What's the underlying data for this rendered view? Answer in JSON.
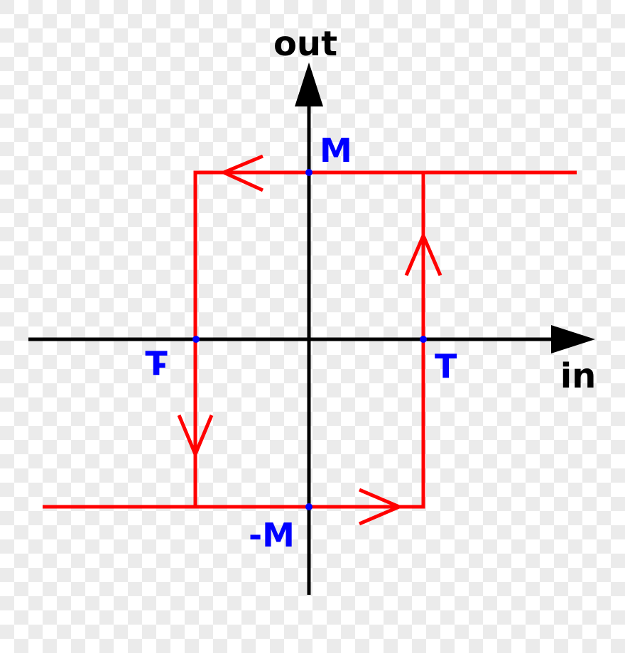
{
  "labels": {
    "y_axis": "out",
    "x_axis": "in",
    "top_level": "M",
    "bottom_level": "-M",
    "upper_threshold": "T",
    "lower_threshold": "-T"
  },
  "colors": {
    "axes": "#000000",
    "loop": "#ff0000",
    "points": "#0000ff",
    "point_labels": "#0000ff"
  }
}
